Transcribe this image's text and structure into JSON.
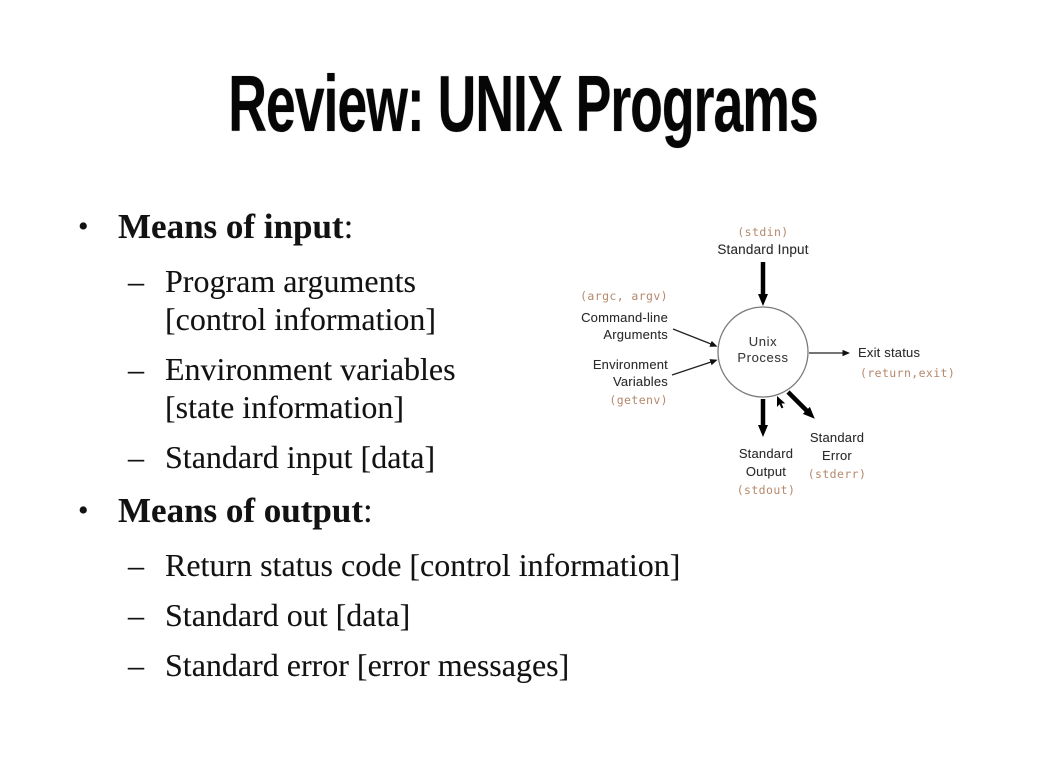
{
  "slide": {
    "title": "Review: UNIX Programs",
    "background_color": "#ffffff"
  },
  "bullets": [
    {
      "type": "main",
      "marker": "•",
      "label": "Means of input",
      "suffix": ":"
    },
    {
      "type": "sub",
      "marker": "–",
      "lines": [
        "Program arguments",
        "[control information]"
      ]
    },
    {
      "type": "sub",
      "marker": "–",
      "lines": [
        "Environment variables",
        "[state information]"
      ]
    },
    {
      "type": "sub",
      "marker": "–",
      "lines": [
        "Standard input [data]"
      ]
    },
    {
      "type": "main",
      "marker": "•",
      "label": "Means of output",
      "suffix": ":"
    },
    {
      "type": "sub",
      "marker": "–",
      "lines": [
        "Return status code [control information]"
      ]
    },
    {
      "type": "sub",
      "marker": "–",
      "lines": [
        "Standard out [data]"
      ]
    },
    {
      "type": "sub",
      "marker": "–",
      "lines": [
        "Standard error [error messages]"
      ]
    }
  ],
  "diagram": {
    "process": {
      "line1": "Unix",
      "line2": "Process"
    },
    "stdin": {
      "code": "(stdin)",
      "label": "Standard Input"
    },
    "args": {
      "code": "(argc, argv)",
      "label1": "Command-line",
      "label2": "Arguments"
    },
    "env": {
      "label1": "Environment",
      "label2": "Variables",
      "code": "(getenv)"
    },
    "exit": {
      "label": "Exit status",
      "code": "(return,exit)"
    },
    "stdout": {
      "label1": "Standard",
      "label2": "Output",
      "code": "(stdout)"
    },
    "stderr": {
      "label1": "Standard",
      "label2": "Error",
      "code": "(stderr)"
    },
    "colors": {
      "code_text": "#b5886c",
      "label_text": "#2b2b2b",
      "arrows": "#000000",
      "circle_stroke": "#7a7a7a"
    }
  }
}
